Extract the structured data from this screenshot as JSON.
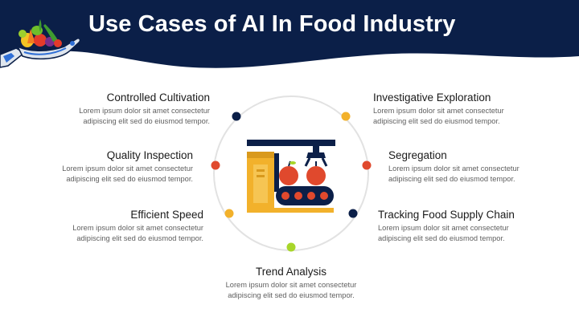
{
  "title": "Use Cases of AI In Food Industry",
  "colors": {
    "navy": "#0b1f48",
    "orange": "#f2b12b",
    "red": "#e0492d",
    "green": "#a8d62a",
    "ring": "#e2e2e2"
  },
  "icons": {
    "header": "robot-hand-with-fruits-icon",
    "center": "food-processing-conveyor-icon"
  },
  "use_cases": [
    {
      "title": "Controlled Cultivation",
      "desc_line1": "Lorem ipsum dolor sit amet consectetur",
      "desc_line2": "adipiscing elit sed do eiusmod tempor."
    },
    {
      "title": "Quality Inspection",
      "desc_line1": "Lorem ipsum dolor sit amet consectetur",
      "desc_line2": "adipiscing elit sed do eiusmod tempor."
    },
    {
      "title": "Efficient Speed",
      "desc_line1": "Lorem ipsum dolor sit amet consectetur",
      "desc_line2": "adipiscing elit sed do eiusmod tempor."
    },
    {
      "title": "Trend Analysis",
      "desc_line1": "Lorem ipsum dolor sit amet consectetur",
      "desc_line2": "adipiscing elit sed do eiusmod tempor."
    },
    {
      "title": "Investigative Exploration",
      "desc_line1": "Lorem ipsum dolor sit amet consectetur",
      "desc_line2": "adipiscing elit sed do eiusmod tempor."
    },
    {
      "title": "Segregation",
      "desc_line1": "Lorem ipsum dolor sit amet consectetur",
      "desc_line2": "adipiscing elit sed do eiusmod tempor."
    },
    {
      "title": "Tracking Food Supply Chain",
      "desc_line1": "Lorem ipsum dolor sit amet consectetur",
      "desc_line2": "adipiscing elit sed do eiusmod tempor."
    }
  ]
}
